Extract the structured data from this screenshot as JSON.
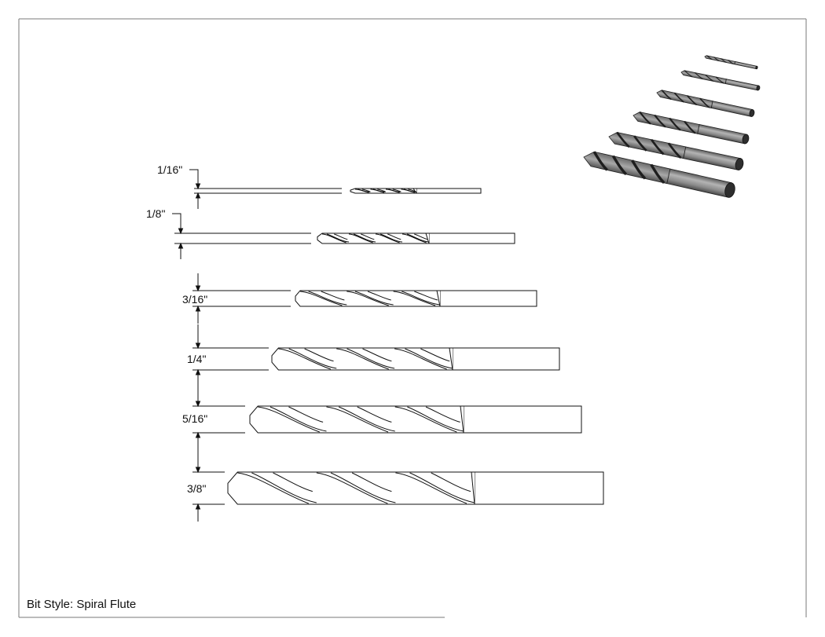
{
  "sheet": {
    "bit_style": "Bit Style: Spiral Flute"
  },
  "bits": [
    {
      "size": "1/16\""
    },
    {
      "size": "1/8\""
    },
    {
      "size": "3/16\""
    },
    {
      "size": "1/4\""
    },
    {
      "size": "5/16\""
    },
    {
      "size": "3/8\""
    }
  ],
  "colors": {
    "line": "#111111",
    "frame": "#7a7a7a",
    "iso_shank": "#8a8a8a",
    "iso_end": "#2e2e2e"
  }
}
